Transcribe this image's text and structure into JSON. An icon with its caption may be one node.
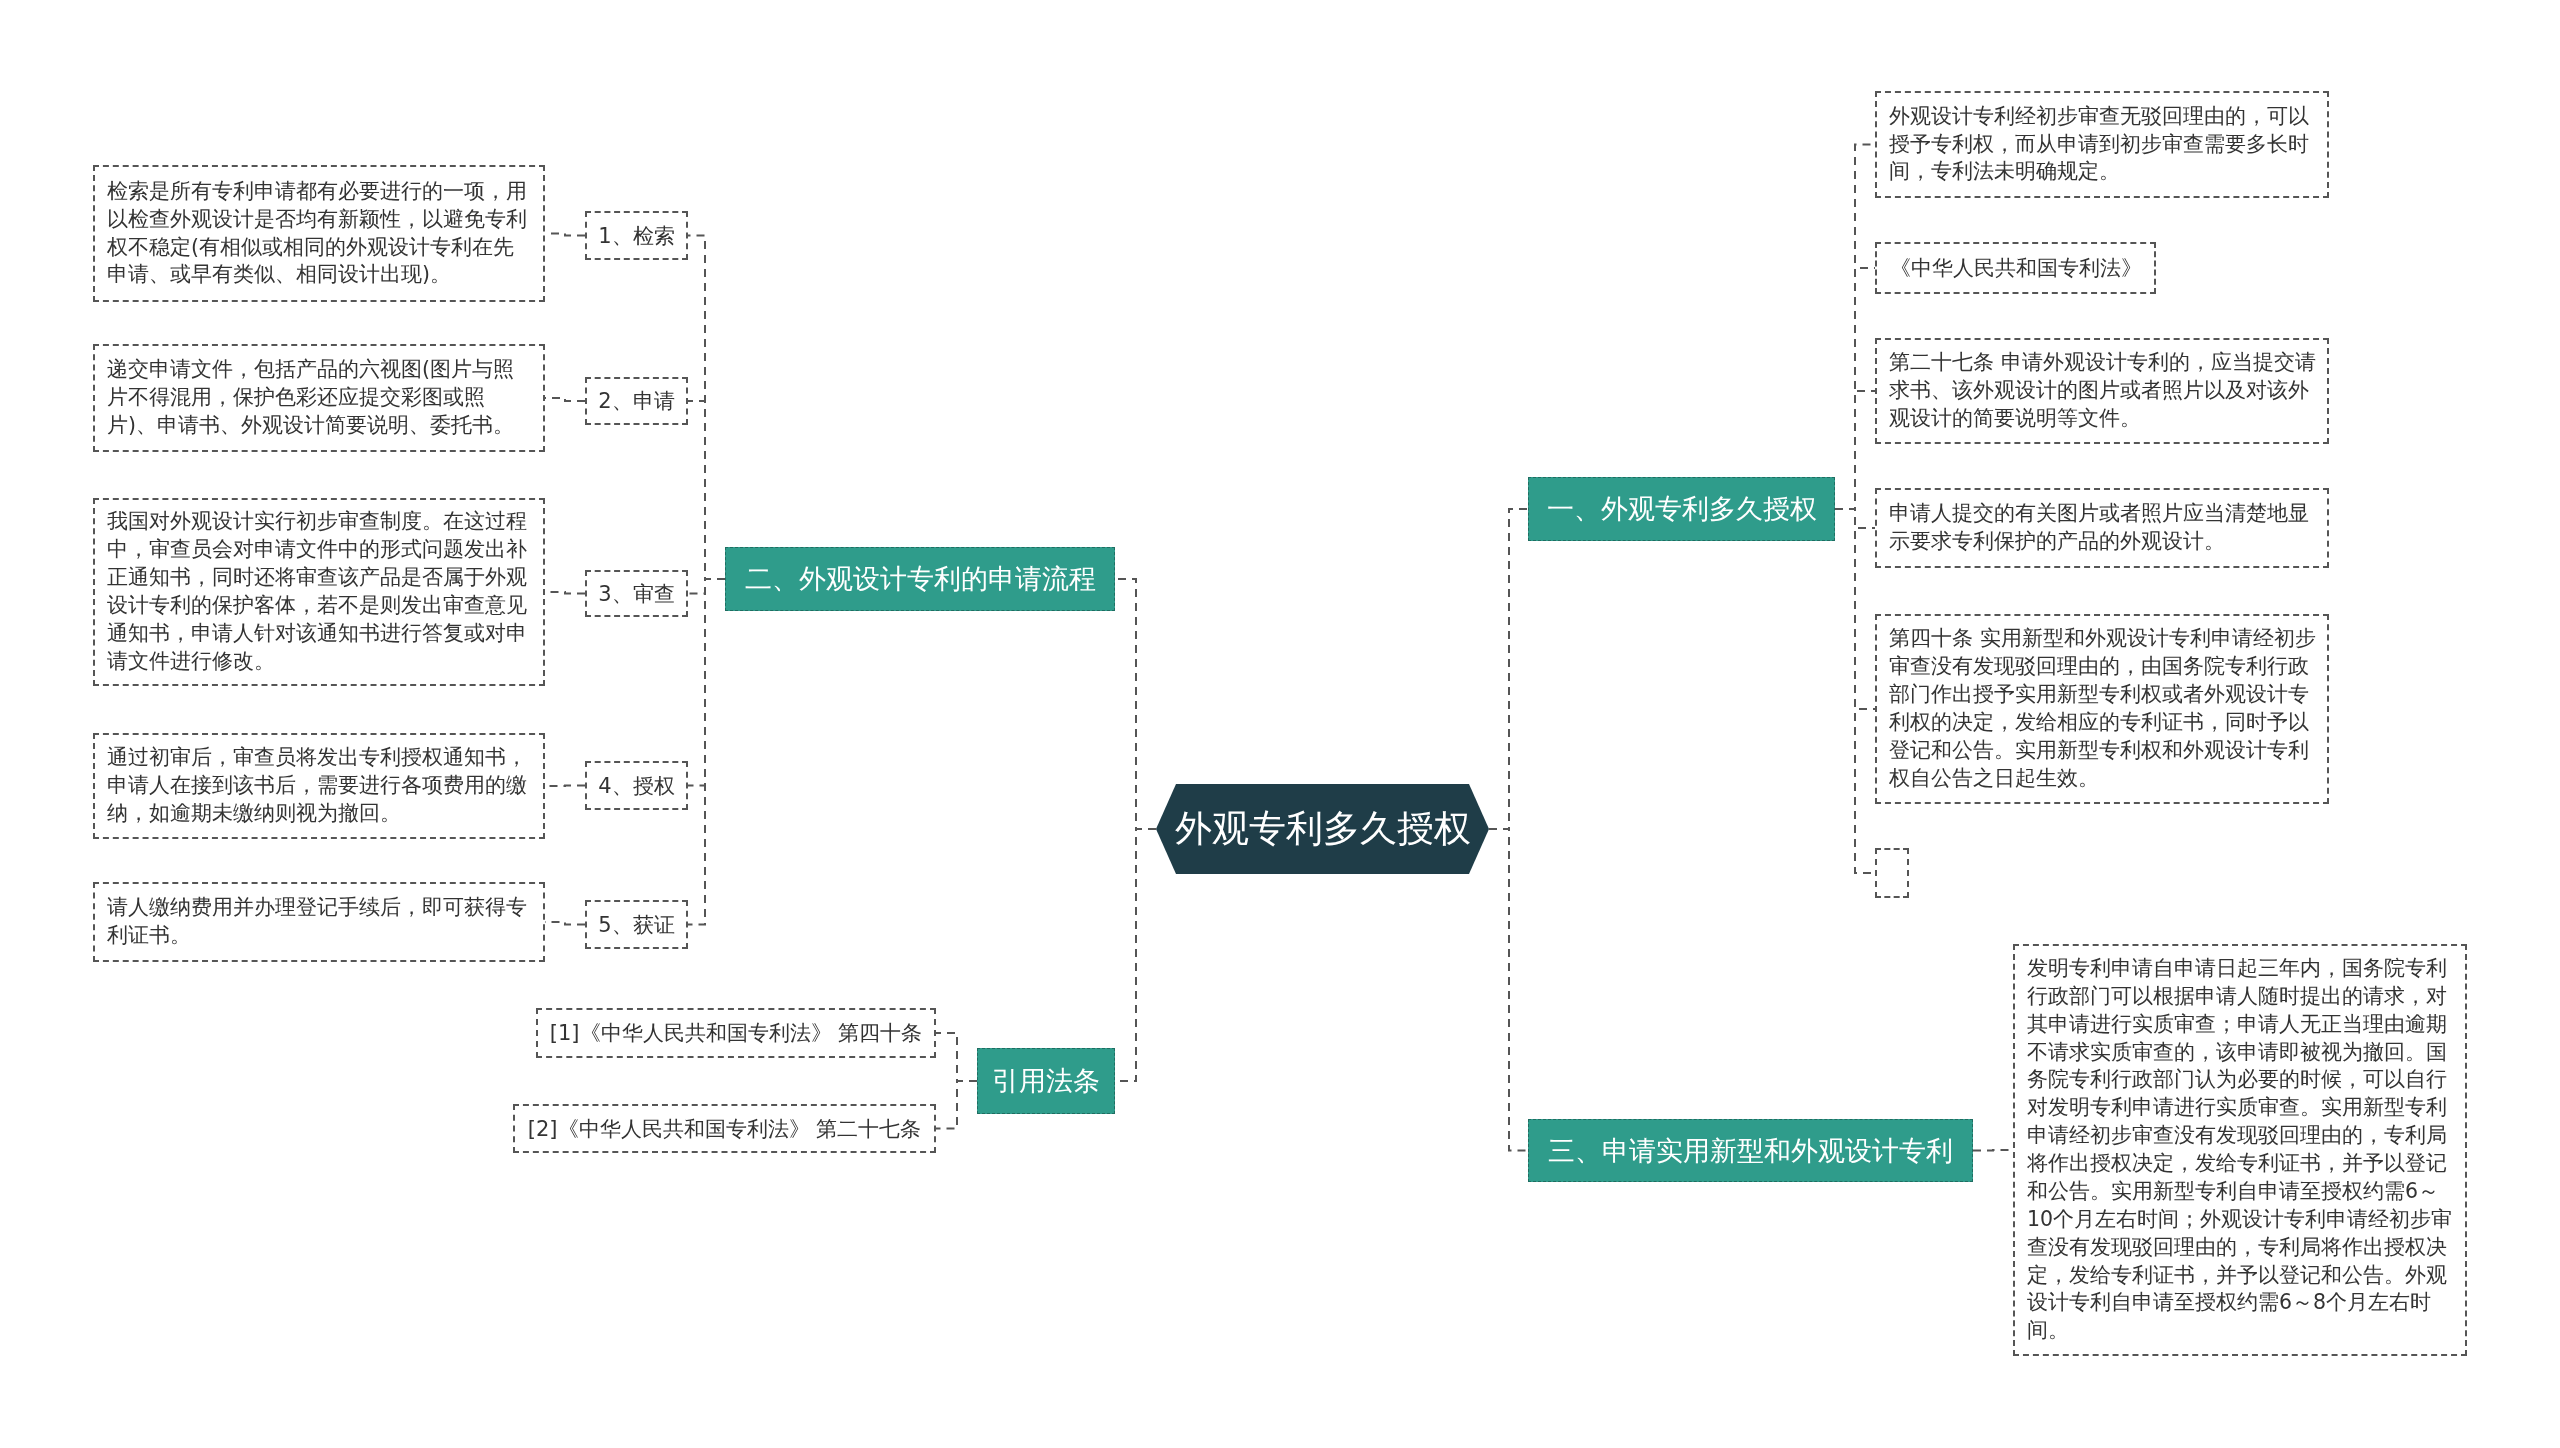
{
  "diagram": {
    "nodes": [
      {
        "text": [
          "外观专利多久授权"
        ]
      },
      {
        "text": [
          "二、外观设计专利的申请流程"
        ]
      },
      {
        "text": [
          "1、检索"
        ]
      },
      {
        "text": [
          "检索是所有专利申请都有必要进行的一项，用以检查外观设计是否均有新颖性，以避免专利权不稳定(有相似或相同的外观设计专利在先申请、或早有类似、相同设计出现)。"
        ]
      },
      {
        "text": [
          "2、申请"
        ]
      },
      {
        "text": [
          "递交申请文件，包括产品的六视图(图片与照片不得混用，保护色彩还应提交彩图或照片)、申请书、外观设计简要说明、委托书。"
        ]
      },
      {
        "text": [
          "3、审查"
        ]
      },
      {
        "text": [
          "我国对外观设计实行初步审查制度。在这过程中，审查员会对申请文件中的形式问题发出补正通知书，同时还将审查该产品是否属于外观设计专利的保护客体，若不是则发出审查意见通知书，申请人针对该通知书进行答复或对申请文件进行修改。"
        ]
      },
      {
        "text": [
          "4、授权"
        ]
      },
      {
        "text": [
          "通过初审后，审查员将发出专利授权通知书，申请人在接到该书后，需要进行各项费用的缴纳，如逾期未缴纳则视为撤回。"
        ]
      },
      {
        "text": [
          "5、获证"
        ]
      },
      {
        "text": [
          "请人缴纳费用并办理登记手续后，即可获得专利证书。"
        ]
      },
      {
        "text": [
          "引用法条"
        ]
      },
      {
        "text": [
          "[1]《中华人民共和国专利法》 第四十条"
        ]
      },
      {
        "text": [
          "[2]《中华人民共和国专利法》 第二十七条"
        ]
      },
      {
        "text": [
          "一、外观专利多久授权"
        ]
      },
      {
        "text": [
          "外观设计专利经初步审查无驳回理由的，可以授予专利权，而从申请到初步审查需要多长时间，专利法未明确规定。"
        ]
      },
      {
        "text": [
          "《中华人民共和国专利法》"
        ]
      },
      {
        "text": [
          "第二十七条 申请外观设计专利的，应当提交请求书、该外观设计的图片或者照片以及对该外观设计的简要说明等文件。"
        ]
      },
      {
        "text": [
          "申请人提交的有关图片或者照片应当清楚地显示要求专利保护的产品的外观设计。"
        ]
      },
      {
        "text": [
          "第四十条 实用新型和外观设计专利申请经初步审查没有发现驳回理由的，由国务院专利行政部门作出授予实用新型专利权或者外观设计专利权的决定，发给相应的专利证书，同时予以登记和公告。实用新型专利权和外观设计专利权自公告之日起生效。"
        ]
      },
      {
        "text": [],
        "shape": "box"
      },
      {
        "text": [
          "三、申请实用新型和外观设计专利"
        ]
      },
      {
        "text": [
          "发明专利申请自申请日起三年内，国务院专利行政部门可以根据申请人随时提出的请求，对其申请进行实质审查；申请人无正当理由逾期不请求实质审查的，该申请即被视为撤回。国务院专利行政部门认为必要的时候，可以自行对发明专利申请进行实质审查。实用新型专利申请经初步审查没有发现驳回理由的，专利局将作出授权决定，发给专利证书，并予以登记和公告。实用新型专利自申请至授权约需6～10个月左右时间；外观设计专利申请经初步审查没有发现驳回理由的，专利局将作出授权决定，发给专利证书，并予以登记和公告。外观设计专利自申请至授权约需6～8个月左右时间。"
        ]
      }
    ],
    "edges": [
      {
        "from": 0,
        "to": 1,
        "arrow": "none"
      },
      {
        "from": 1,
        "to": 2,
        "arrow": "none"
      },
      {
        "from": 2,
        "to": 3,
        "arrow": "none"
      },
      {
        "from": 1,
        "to": 4,
        "arrow": "none"
      },
      {
        "from": 4,
        "to": 5,
        "arrow": "none"
      },
      {
        "from": 1,
        "to": 6,
        "arrow": "none"
      },
      {
        "from": 6,
        "to": 7,
        "arrow": "none"
      },
      {
        "from": 1,
        "to": 8,
        "arrow": "none"
      },
      {
        "from": 8,
        "to": 9,
        "arrow": "none"
      },
      {
        "from": 1,
        "to": 10,
        "arrow": "none"
      },
      {
        "from": 10,
        "to": 11,
        "arrow": "none"
      },
      {
        "from": 0,
        "to": 12,
        "arrow": "none"
      },
      {
        "from": 12,
        "to": 13,
        "arrow": "none"
      },
      {
        "from": 12,
        "to": 14,
        "arrow": "none"
      },
      {
        "from": 0,
        "to": 15,
        "arrow": "none"
      },
      {
        "from": 15,
        "to": 16,
        "arrow": "none"
      },
      {
        "from": 15,
        "to": 17,
        "arrow": "none"
      },
      {
        "from": 15,
        "to": 18,
        "arrow": "none"
      },
      {
        "from": 15,
        "to": 19,
        "arrow": "none"
      },
      {
        "from": 15,
        "to": 20,
        "arrow": "none"
      },
      {
        "from": 15,
        "to": 21,
        "arrow": "none"
      },
      {
        "from": 0,
        "to": 22,
        "arrow": "none"
      },
      {
        "from": 22,
        "to": 23,
        "arrow": "none"
      }
    ]
  }
}
